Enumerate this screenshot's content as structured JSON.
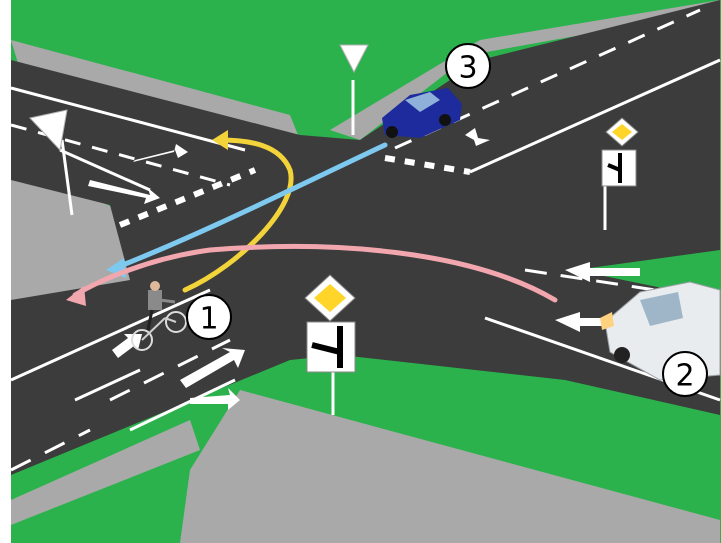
{
  "colors": {
    "background": "#ffffff",
    "grass": "#2bb24c",
    "curb": "#a9a9a9",
    "asphalt": "#3c3c3c",
    "marking": "#ffffff",
    "path_yellow": "#f2d43a",
    "path_blue": "#7ec9ef",
    "path_red": "#f2a7ae",
    "car_blue": "#1d2b9c",
    "van_white": "#e9ecef",
    "sign_yellow": "#ffd52a"
  },
  "vehicles": [
    {
      "label": "1",
      "type": "bicycle",
      "path_color": "yellow",
      "maneuver": "left-turn"
    },
    {
      "label": "2",
      "type": "van",
      "path_color": "red",
      "maneuver": "straight"
    },
    {
      "label": "3",
      "type": "car",
      "path_color": "blue",
      "maneuver": "straight"
    }
  ],
  "signs": [
    {
      "type": "priority-road",
      "icons": [
        "priority-road-icon",
        "road-layout-icon"
      ]
    },
    {
      "type": "give-way",
      "icons": [
        "give-way-icon"
      ]
    }
  ]
}
